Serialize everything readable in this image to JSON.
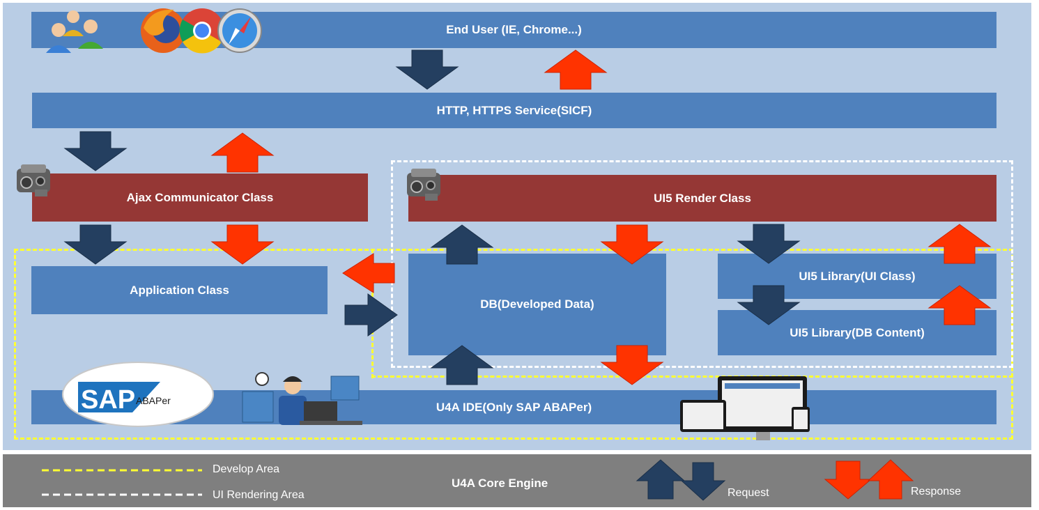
{
  "diagram": {
    "end_user": "End User (IE, Chrome...)",
    "http_service": "HTTP, HTTPS Service(SICF)",
    "ajax_class": "Ajax Communicator Class",
    "ui5_render": "UI5 Render Class",
    "application_class": "Application Class",
    "db": "DB(Developed Data)",
    "ui5_lib_ui": "UI5 Library(UI Class)",
    "ui5_lib_db": "UI5 Library(DB Content)",
    "ide": "U4A IDE(Only SAP ABAPer)",
    "sap_logo": "SAP",
    "sap_sub": "ABAPer"
  },
  "legend": {
    "develop_area": "Develop Area",
    "ui_rendering_area": "UI Rendering Area",
    "core_engine": "U4A Core Engine",
    "request": "Request",
    "response": "Response"
  },
  "colors": {
    "background": "#b9cde5",
    "bar_blue": "#4f81bd",
    "bar_red": "#953735",
    "request_arrow": "#243f60",
    "response_arrow": "#ff3300",
    "develop_border": "#ffff33",
    "render_border": "#ffffff",
    "footer": "#7f7f7f"
  }
}
